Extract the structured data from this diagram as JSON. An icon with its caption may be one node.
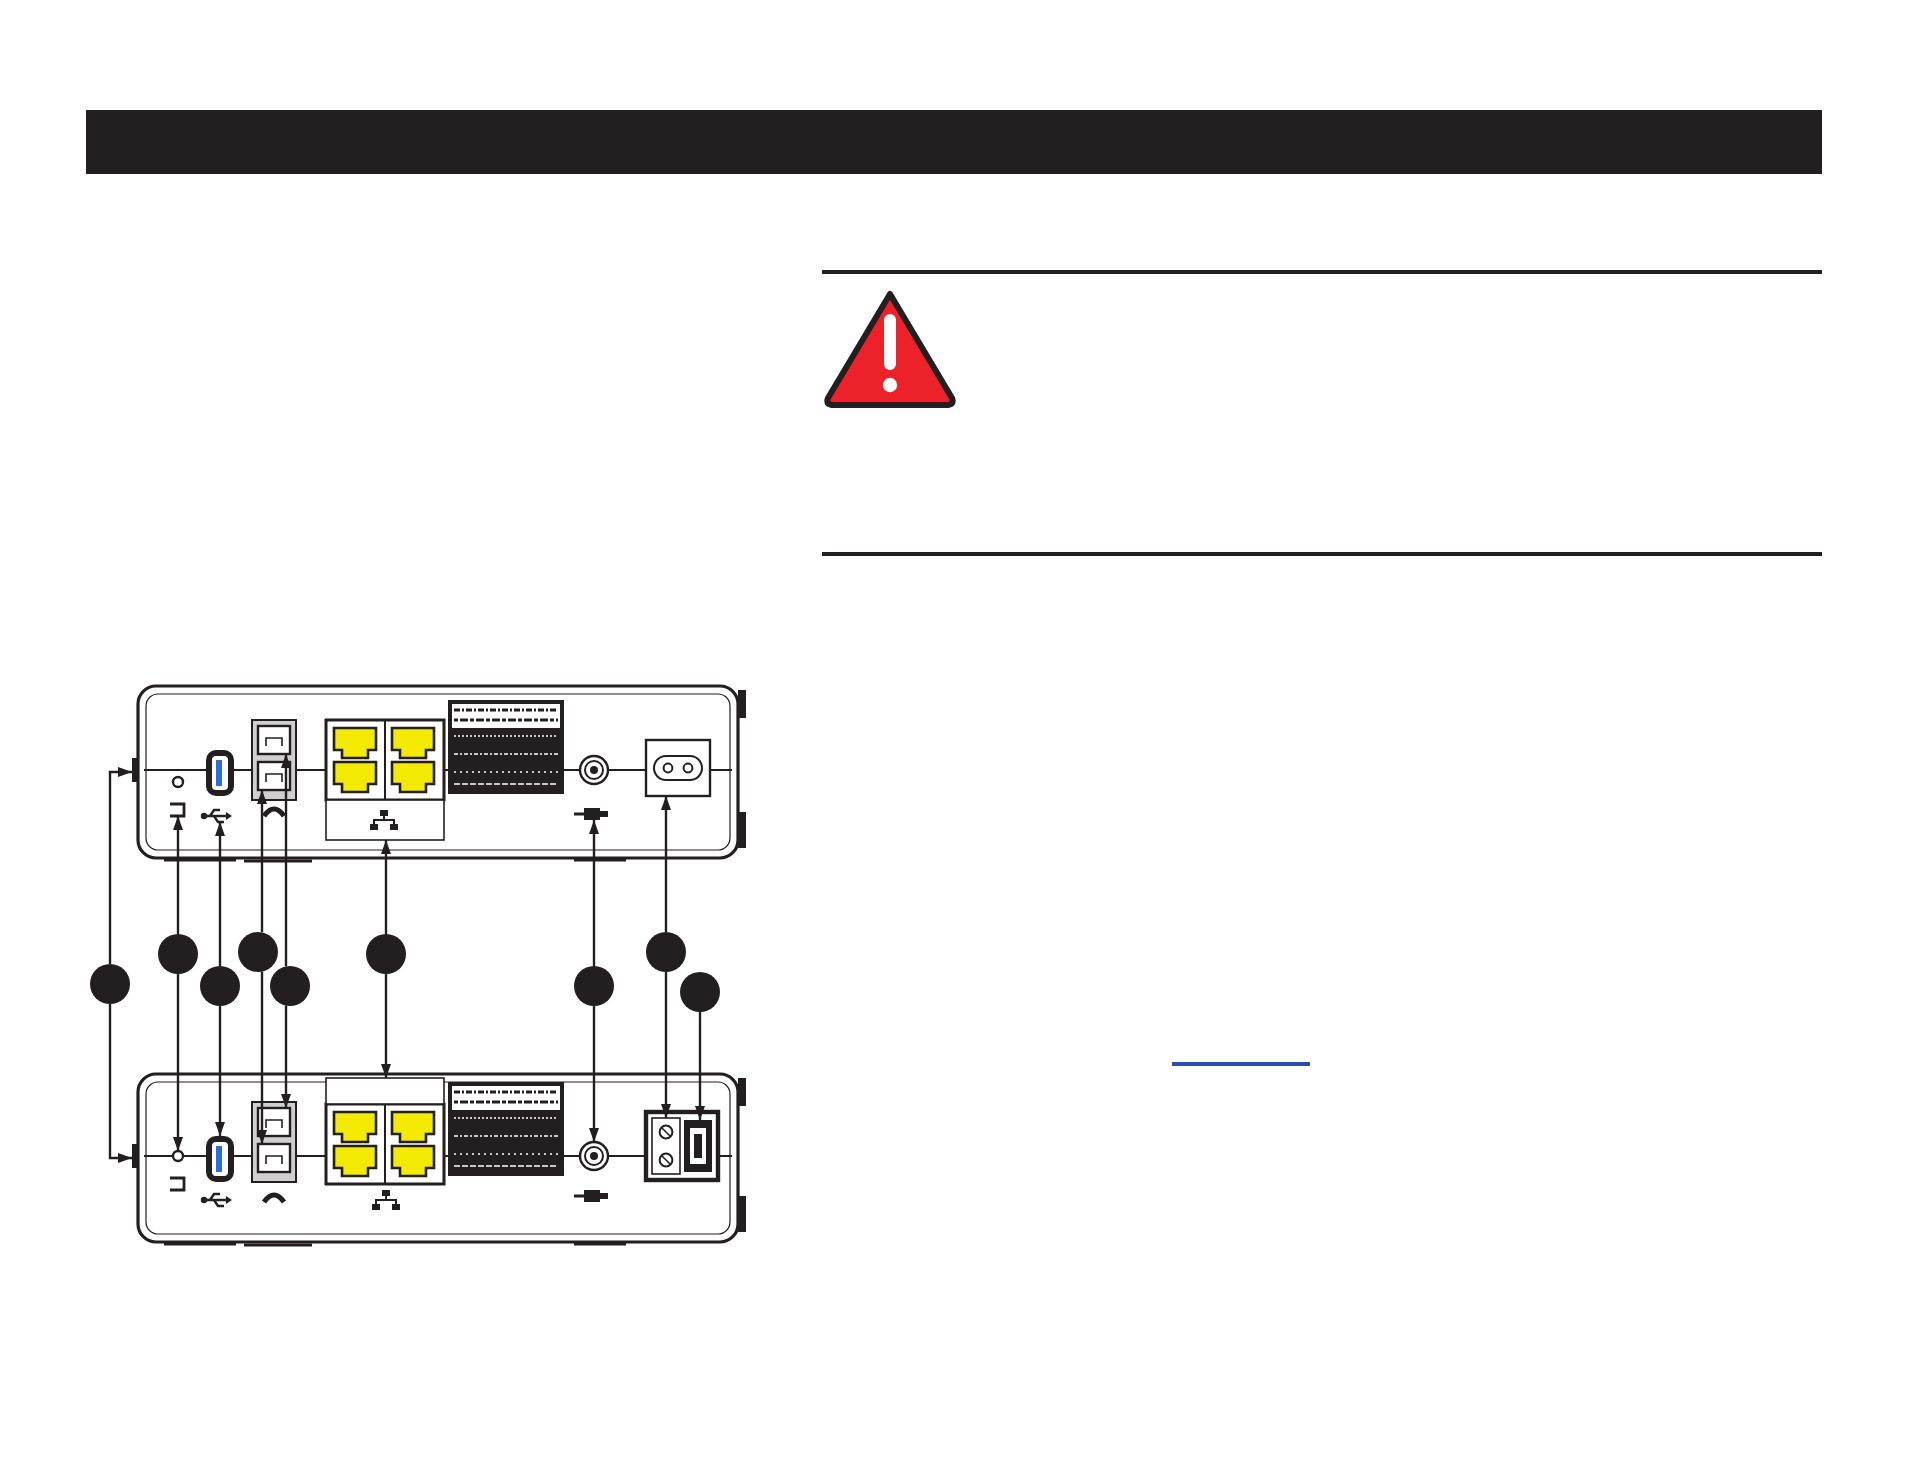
{
  "diagram": {
    "nodes": [
      {
        "text": [],
        "shape": "picture"
      },
      {
        "text": [],
        "shape": "picture",
        "in": 0
      },
      {
        "text": [],
        "shape": "picture",
        "in": 0
      },
      {
        "text": [],
        "shape": "picture",
        "in": 0
      },
      {
        "text": [],
        "shape": "picture",
        "in": 0
      },
      {
        "text": [],
        "shape": "picture",
        "in": 0
      },
      {
        "text": [],
        "shape": "box",
        "in": 0
      },
      {
        "text": [],
        "shape": "picture",
        "in": 0
      },
      {
        "text": [],
        "shape": "picture",
        "in": 0
      },
      {
        "text": [],
        "shape": "picture",
        "in": 0
      },
      {
        "text": [],
        "shape": "circle"
      },
      {
        "text": [],
        "shape": "circle"
      },
      {
        "text": [],
        "shape": "circle"
      },
      {
        "text": [],
        "shape": "circle"
      },
      {
        "text": [],
        "shape": "circle"
      },
      {
        "text": [],
        "shape": "circle"
      },
      {
        "text": [],
        "shape": "circle"
      },
      {
        "text": [],
        "shape": "circle"
      },
      {
        "text": [],
        "shape": "circle"
      },
      {
        "text": [],
        "shape": "picture"
      },
      {
        "text": [],
        "shape": "picture",
        "in": 19
      },
      {
        "text": [],
        "shape": "picture",
        "in": 19
      },
      {
        "text": [],
        "shape": "picture",
        "in": 19
      },
      {
        "text": [],
        "shape": "picture",
        "in": 19
      },
      {
        "text": [],
        "shape": "box",
        "in": 19
      },
      {
        "text": [],
        "shape": "picture",
        "in": 19
      },
      {
        "text": [],
        "shape": "picture",
        "in": 19
      },
      {
        "text": [],
        "shape": "picture",
        "in": 19
      }
    ],
    "edges": [
      {
        "from": 10,
        "to": 0,
        "arrow": "to"
      },
      {
        "from": 10,
        "to": 19,
        "arrow": "to"
      },
      {
        "from": 11,
        "to": 1,
        "arrow": "to"
      },
      {
        "from": 11,
        "to": 20,
        "arrow": "to"
      },
      {
        "from": 12,
        "to": 3,
        "arrow": "to"
      },
      {
        "from": 12,
        "to": 21,
        "arrow": "to"
      },
      {
        "from": 13,
        "to": 5,
        "arrow": "to"
      },
      {
        "from": 13,
        "to": 23,
        "arrow": "to"
      },
      {
        "from": 14,
        "to": 4,
        "arrow": "to"
      },
      {
        "from": 14,
        "to": 22,
        "arrow": "to"
      },
      {
        "from": 15,
        "to": 6,
        "arrow": "to"
      },
      {
        "from": 15,
        "to": 24,
        "arrow": "to"
      },
      {
        "from": 16,
        "to": 8,
        "arrow": "to"
      },
      {
        "from": 16,
        "to": 25,
        "arrow": "to"
      },
      {
        "from": 17,
        "to": 9,
        "arrow": "to"
      },
      {
        "from": 17,
        "to": 26,
        "arrow": "to"
      },
      {
        "from": 18,
        "to": 27,
        "arrow": "to"
      }
    ]
  }
}
